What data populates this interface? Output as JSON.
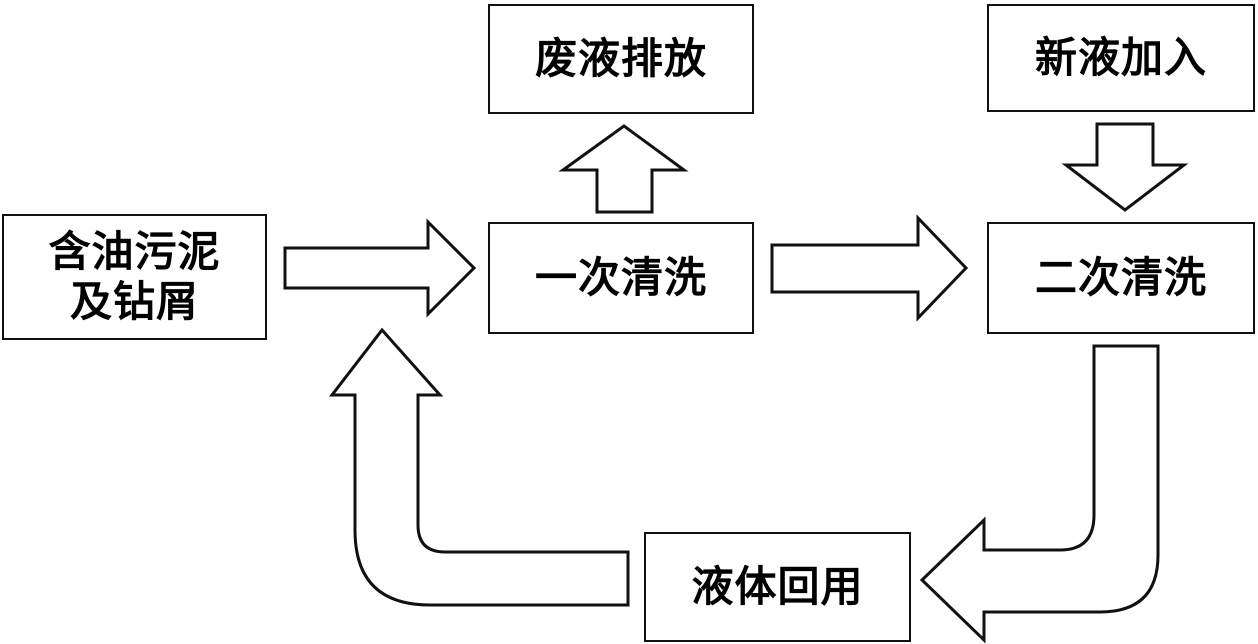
{
  "nodes": {
    "source": "含油污泥\n及钻屑",
    "first_wash": "一次清洗",
    "second_wash": "二次清洗",
    "waste_discharge": "废液排放",
    "fresh_liquid": "新液加入",
    "liquid_reuse": "液体回用"
  }
}
